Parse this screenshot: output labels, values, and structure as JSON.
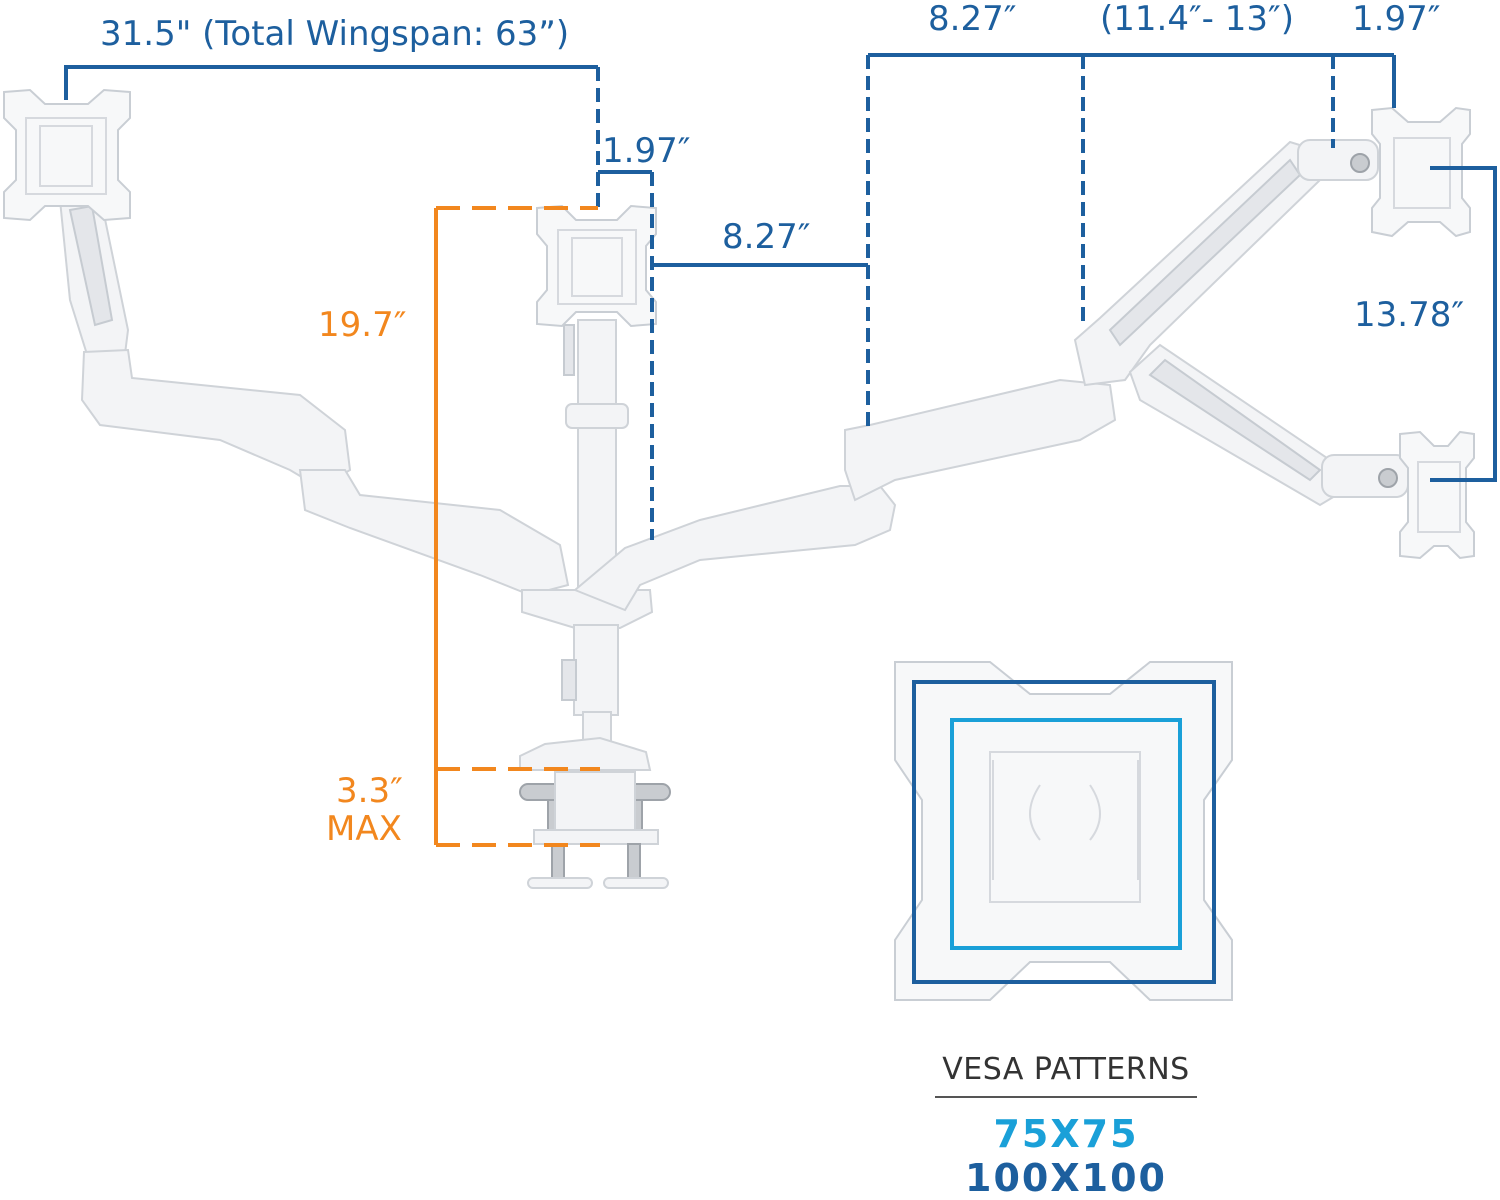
{
  "colors": {
    "blue_dimension": "#1d5f9e",
    "orange_dimension": "#f2871e",
    "vesa_75": "#1aa0d8",
    "vesa_100": "#1d5f9e"
  },
  "dimensions": {
    "left_span": "31.5\" (Total Wingspan: 63”)",
    "center_offset": "1.97″",
    "center_arm": "8.27″",
    "pole_height": "19.7″",
    "clamp_depth": "3.3″",
    "clamp_max": "MAX",
    "right_arm": "8.27″",
    "right_extension": "(11.4″- 13″)",
    "right_offset": "1.97″",
    "vertical_separation": "13.78″"
  },
  "legend": {
    "title": "VESA PATTERNS",
    "pattern_small": "75X75",
    "pattern_large": "100X100"
  }
}
